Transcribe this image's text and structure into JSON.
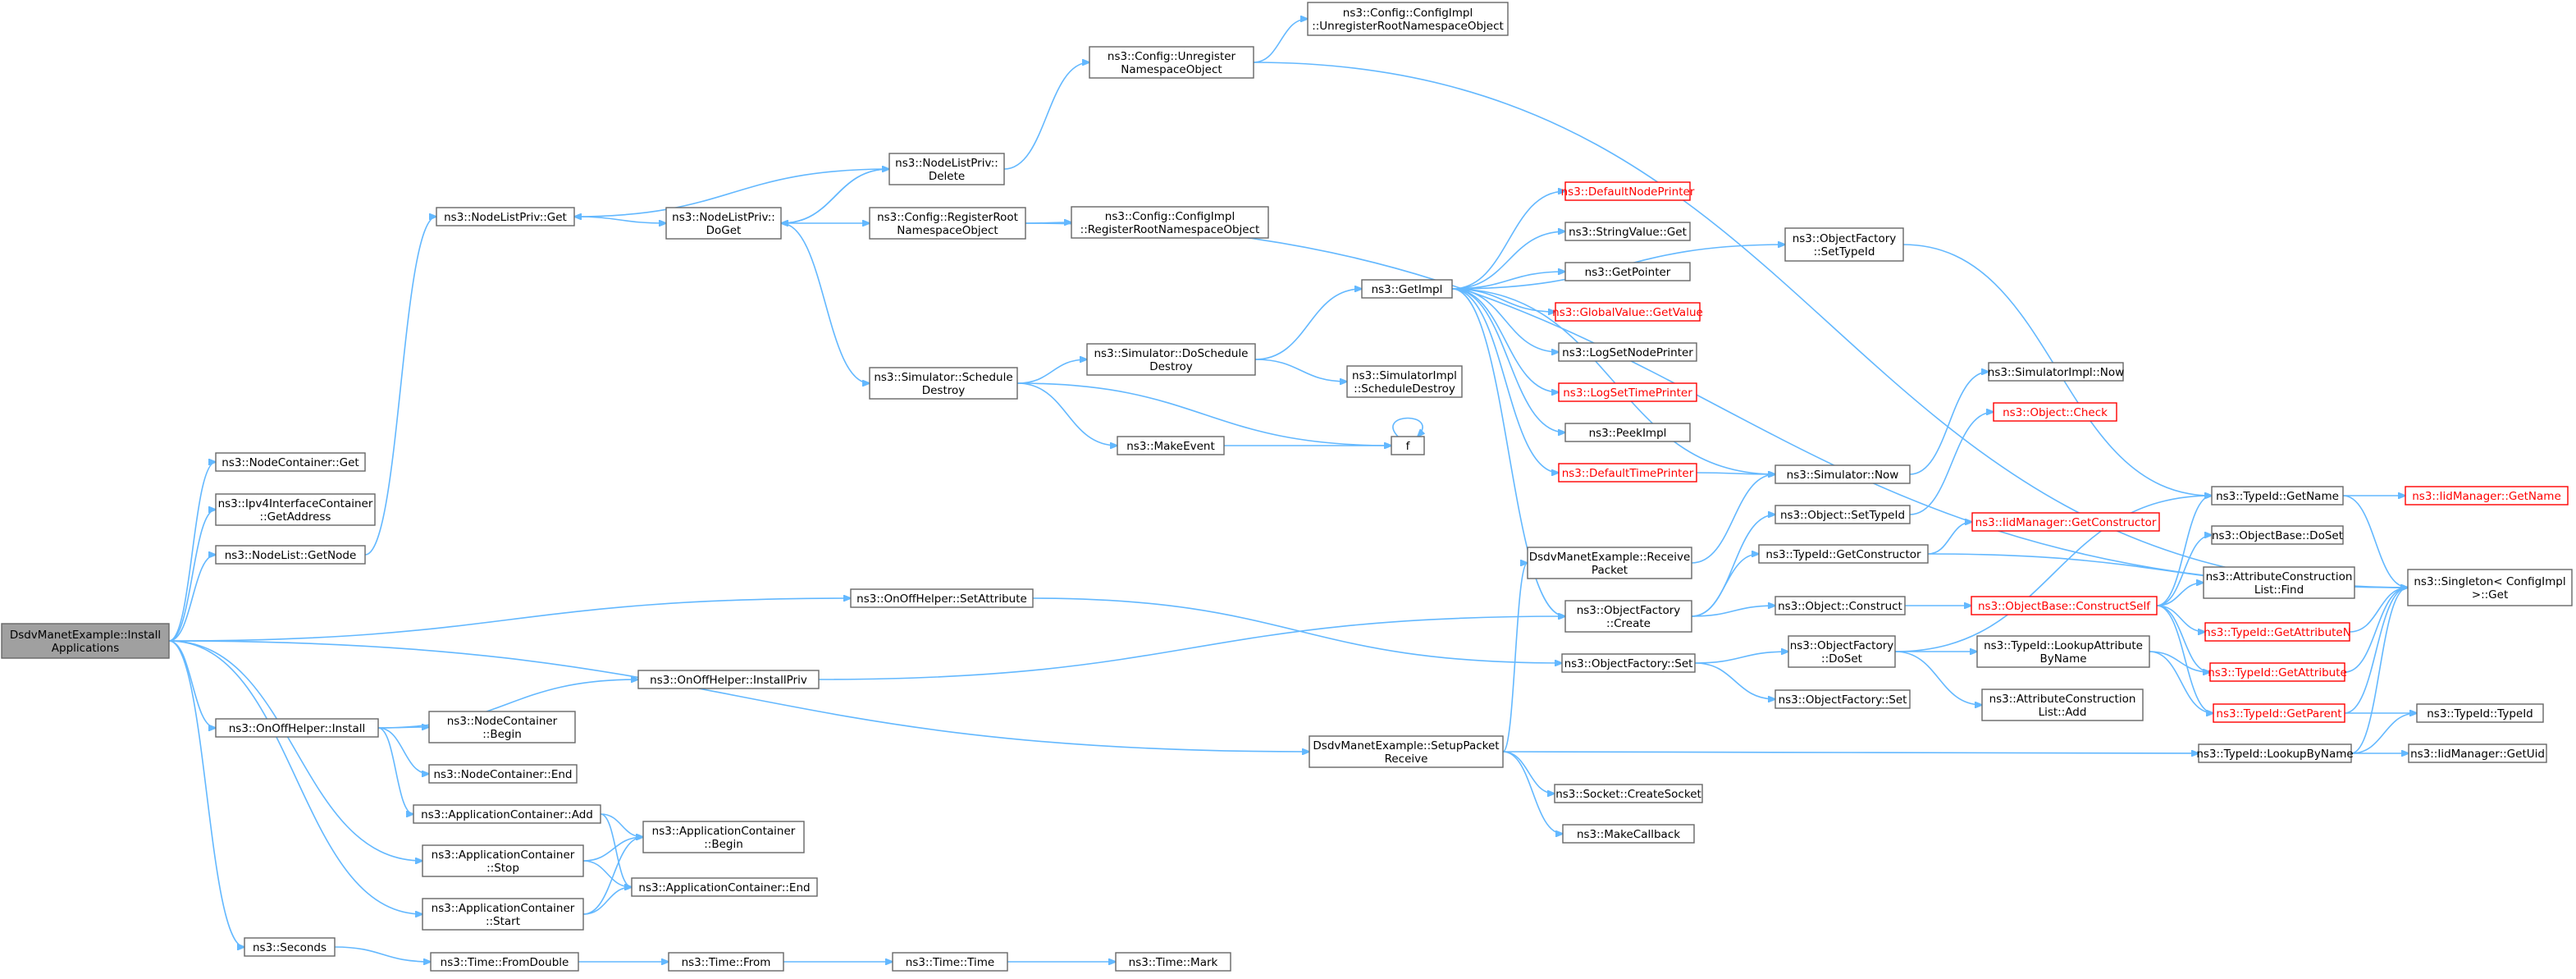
{
  "diagram": {
    "nodes": [
      {
        "id": "root",
        "lines": [
          "DsdvManetExample::Install",
          "Applications"
        ],
        "root": true
      },
      {
        "id": "nc_get",
        "lines": [
          "ns3::NodeContainer::Get"
        ]
      },
      {
        "id": "ipv4_getaddr",
        "lines": [
          "ns3::Ipv4InterfaceContainer",
          "::GetAddress"
        ]
      },
      {
        "id": "nl_getnode",
        "lines": [
          "ns3::NodeList::GetNode"
        ]
      },
      {
        "id": "nlp_get",
        "lines": [
          "ns3::NodeListPriv::Get"
        ]
      },
      {
        "id": "nlp_doget",
        "lines": [
          "ns3::NodeListPriv::",
          "DoGet"
        ]
      },
      {
        "id": "nlp_delete",
        "lines": [
          "ns3::NodeListPriv::",
          "Delete"
        ]
      },
      {
        "id": "cfg_unreg",
        "lines": [
          "ns3::Config::Unregister",
          "NamespaceObject"
        ]
      },
      {
        "id": "cfgimpl_unreg",
        "lines": [
          "ns3::Config::ConfigImpl",
          "::UnregisterRootNamespaceObject"
        ]
      },
      {
        "id": "cfg_reg",
        "lines": [
          "ns3::Config::RegisterRoot",
          "NamespaceObject"
        ]
      },
      {
        "id": "cfgimpl_reg",
        "lines": [
          "ns3::Config::ConfigImpl",
          "::RegisterRootNamespaceObject"
        ]
      },
      {
        "id": "sim_sched",
        "lines": [
          "ns3::Simulator::Schedule",
          "Destroy"
        ]
      },
      {
        "id": "sim_dosched",
        "lines": [
          "ns3::Simulator::DoSchedule",
          "Destroy"
        ]
      },
      {
        "id": "simimpl_sched",
        "lines": [
          "ns3::SimulatorImpl",
          "::ScheduleDestroy"
        ]
      },
      {
        "id": "makeevent",
        "lines": [
          "ns3::MakeEvent"
        ]
      },
      {
        "id": "f",
        "lines": [
          "f"
        ]
      },
      {
        "id": "getimpl",
        "lines": [
          "ns3::GetImpl"
        ]
      },
      {
        "id": "defnodeprinter",
        "lines": [
          "ns3::DefaultNodePrinter"
        ],
        "red": true
      },
      {
        "id": "strval_get",
        "lines": [
          "ns3::StringValue::Get"
        ]
      },
      {
        "id": "getpointer",
        "lines": [
          "ns3::GetPointer"
        ]
      },
      {
        "id": "gv_getvalue",
        "lines": [
          "ns3::GlobalValue::GetValue"
        ],
        "red": true
      },
      {
        "id": "logsetnode",
        "lines": [
          "ns3::LogSetNodePrinter"
        ]
      },
      {
        "id": "logsettime",
        "lines": [
          "ns3::LogSetTimePrinter"
        ],
        "red": true
      },
      {
        "id": "peekimpl",
        "lines": [
          "ns3::PeekImpl"
        ]
      },
      {
        "id": "deftimeprinter",
        "lines": [
          "ns3::DefaultTimePrinter"
        ],
        "red": true
      },
      {
        "id": "sim_now",
        "lines": [
          "ns3::Simulator::Now"
        ]
      },
      {
        "id": "simimpl_now",
        "lines": [
          "ns3::SimulatorImpl::Now"
        ]
      },
      {
        "id": "obj_check",
        "lines": [
          "ns3::Object::Check"
        ],
        "red": true
      },
      {
        "id": "of_settypeid",
        "lines": [
          "ns3::ObjectFactory",
          "::SetTypeId"
        ]
      },
      {
        "id": "obj_settypeid",
        "lines": [
          "ns3::Object::SetTypeId"
        ]
      },
      {
        "id": "tid_getctor",
        "lines": [
          "ns3::TypeId::GetConstructor"
        ]
      },
      {
        "id": "iid_getctor",
        "lines": [
          "ns3::IidManager::GetConstructor"
        ],
        "red": true
      },
      {
        "id": "dsdv_recv",
        "lines": [
          "DsdvManetExample::Receive",
          "Packet"
        ]
      },
      {
        "id": "of_create",
        "lines": [
          "ns3::ObjectFactory",
          "::Create"
        ]
      },
      {
        "id": "obj_construct",
        "lines": [
          "ns3::Object::Construct"
        ]
      },
      {
        "id": "ob_constructself",
        "lines": [
          "ns3::ObjectBase::ConstructSelf"
        ],
        "red": true
      },
      {
        "id": "tid_getname",
        "lines": [
          "ns3::TypeId::GetName"
        ]
      },
      {
        "id": "iid_getname",
        "lines": [
          "ns3::IidManager::GetName"
        ],
        "red": true
      },
      {
        "id": "ob_doset",
        "lines": [
          "ns3::ObjectBase::DoSet"
        ]
      },
      {
        "id": "acl_find",
        "lines": [
          "ns3::AttributeConstruction",
          "List::Find"
        ]
      },
      {
        "id": "singleton_get",
        "lines": [
          "ns3::Singleton< ConfigImpl",
          ">::Get"
        ]
      },
      {
        "id": "tid_getattrn",
        "lines": [
          "ns3::TypeId::GetAttributeN"
        ],
        "red": true
      },
      {
        "id": "tid_getattr",
        "lines": [
          "ns3::TypeId::GetAttribute"
        ],
        "red": true
      },
      {
        "id": "tid_getparent",
        "lines": [
          "ns3::TypeId::GetParent"
        ],
        "red": true
      },
      {
        "id": "tid_typeid",
        "lines": [
          "ns3::TypeId::TypeId"
        ]
      },
      {
        "id": "tid_lookupname",
        "lines": [
          "ns3::TypeId::LookupByName"
        ]
      },
      {
        "id": "iid_getuid",
        "lines": [
          "ns3::IidManager::GetUid"
        ]
      },
      {
        "id": "tid_lookupattr",
        "lines": [
          "ns3::TypeId::LookupAttribute",
          "ByName"
        ]
      },
      {
        "id": "acl_add",
        "lines": [
          "ns3::AttributeConstruction",
          "List::Add"
        ]
      },
      {
        "id": "of_doset",
        "lines": [
          "ns3::ObjectFactory",
          "::DoSet"
        ]
      },
      {
        "id": "of_set2",
        "lines": [
          "ns3::ObjectFactory::Set"
        ]
      },
      {
        "id": "of_set",
        "lines": [
          "ns3::ObjectFactory::Set"
        ]
      },
      {
        "id": "onoff_setattr",
        "lines": [
          "ns3::OnOffHelper::SetAttribute"
        ]
      },
      {
        "id": "onoff_installpriv",
        "lines": [
          "ns3::OnOffHelper::InstallPriv"
        ]
      },
      {
        "id": "onoff_install",
        "lines": [
          "ns3::OnOffHelper::Install"
        ]
      },
      {
        "id": "nc_begin",
        "lines": [
          "ns3::NodeContainer",
          "::Begin"
        ]
      },
      {
        "id": "nc_end",
        "lines": [
          "ns3::NodeContainer::End"
        ]
      },
      {
        "id": "ac_add",
        "lines": [
          "ns3::ApplicationContainer::Add"
        ]
      },
      {
        "id": "ac_begin",
        "lines": [
          "ns3::ApplicationContainer",
          "::Begin"
        ]
      },
      {
        "id": "ac_end",
        "lines": [
          "ns3::ApplicationContainer::End"
        ]
      },
      {
        "id": "ac_stop",
        "lines": [
          "ns3::ApplicationContainer",
          "::Stop"
        ]
      },
      {
        "id": "ac_start",
        "lines": [
          "ns3::ApplicationContainer",
          "::Start"
        ]
      },
      {
        "id": "dsdv_setup",
        "lines": [
          "DsdvManetExample::SetupPacket",
          "Receive"
        ]
      },
      {
        "id": "sock_create",
        "lines": [
          "ns3::Socket::CreateSocket"
        ]
      },
      {
        "id": "makecallback",
        "lines": [
          "ns3::MakeCallback"
        ]
      },
      {
        "id": "seconds",
        "lines": [
          "ns3::Seconds"
        ]
      },
      {
        "id": "time_fromdouble",
        "lines": [
          "ns3::Time::FromDouble"
        ]
      },
      {
        "id": "time_from",
        "lines": [
          "ns3::Time::From"
        ]
      },
      {
        "id": "time_time",
        "lines": [
          "ns3::Time::Time"
        ]
      },
      {
        "id": "time_mark",
        "lines": [
          "ns3::Time::Mark"
        ]
      }
    ],
    "edges": [
      [
        "root",
        "nc_get"
      ],
      [
        "root",
        "ipv4_getaddr"
      ],
      [
        "root",
        "nl_getnode"
      ],
      [
        "root",
        "onoff_setattr"
      ],
      [
        "root",
        "dsdv_setup"
      ],
      [
        "root",
        "onoff_install"
      ],
      [
        "root",
        "ac_stop"
      ],
      [
        "root",
        "ac_start"
      ],
      [
        "root",
        "seconds"
      ],
      [
        "nl_getnode",
        "nlp_get"
      ],
      [
        "nlp_get",
        "nlp_doget"
      ],
      [
        "nlp_doget",
        "nlp_delete"
      ],
      [
        "nlp_delete",
        "nlp_get"
      ],
      [
        "nlp_delete",
        "nlp_doget"
      ],
      [
        "nlp_delete",
        "cfg_unreg"
      ],
      [
        "nlp_doget",
        "cfg_reg"
      ],
      [
        "nlp_doget",
        "sim_sched"
      ],
      [
        "cfg_unreg",
        "cfgimpl_unreg"
      ],
      [
        "cfg_unreg",
        "singleton_get"
      ],
      [
        "cfg_reg",
        "cfgimpl_reg"
      ],
      [
        "cfg_reg",
        "singleton_get"
      ],
      [
        "sim_sched",
        "sim_dosched"
      ],
      [
        "sim_sched",
        "makeevent"
      ],
      [
        "sim_sched",
        "f"
      ],
      [
        "sim_dosched",
        "getimpl"
      ],
      [
        "sim_dosched",
        "simimpl_sched"
      ],
      [
        "makeevent",
        "f"
      ],
      [
        "f",
        "f"
      ],
      [
        "getimpl",
        "defnodeprinter"
      ],
      [
        "getimpl",
        "strval_get"
      ],
      [
        "getimpl",
        "getpointer"
      ],
      [
        "getimpl",
        "gv_getvalue"
      ],
      [
        "getimpl",
        "logsetnode"
      ],
      [
        "getimpl",
        "logsettime"
      ],
      [
        "getimpl",
        "peekimpl"
      ],
      [
        "getimpl",
        "deftimeprinter"
      ],
      [
        "getimpl",
        "sim_now"
      ],
      [
        "getimpl",
        "of_settypeid"
      ],
      [
        "getimpl",
        "of_create"
      ],
      [
        "deftimeprinter",
        "sim_now"
      ],
      [
        "sim_now",
        "simimpl_now"
      ],
      [
        "of_settypeid",
        "tid_getname"
      ],
      [
        "dsdv_recv",
        "sim_now"
      ],
      [
        "of_create",
        "obj_settypeid"
      ],
      [
        "of_create",
        "tid_getctor"
      ],
      [
        "of_create",
        "obj_construct"
      ],
      [
        "obj_settypeid",
        "obj_check"
      ],
      [
        "tid_getctor",
        "iid_getctor"
      ],
      [
        "tid_getctor",
        "singleton_get"
      ],
      [
        "obj_construct",
        "ob_constructself"
      ],
      [
        "ob_constructself",
        "tid_getname"
      ],
      [
        "ob_constructself",
        "ob_doset"
      ],
      [
        "ob_constructself",
        "acl_find"
      ],
      [
        "ob_constructself",
        "tid_getattrn"
      ],
      [
        "ob_constructself",
        "tid_getattr"
      ],
      [
        "ob_constructself",
        "tid_getparent"
      ],
      [
        "tid_getname",
        "iid_getname"
      ],
      [
        "tid_getname",
        "singleton_get"
      ],
      [
        "tid_getattrn",
        "singleton_get"
      ],
      [
        "tid_getattr",
        "singleton_get"
      ],
      [
        "tid_getparent",
        "singleton_get"
      ],
      [
        "tid_getparent",
        "tid_typeid"
      ],
      [
        "tid_lookupname",
        "singleton_get"
      ],
      [
        "tid_lookupname",
        "tid_typeid"
      ],
      [
        "tid_lookupname",
        "iid_getuid"
      ],
      [
        "onoff_setattr",
        "of_set"
      ],
      [
        "of_set",
        "of_doset"
      ],
      [
        "of_set",
        "of_set2"
      ],
      [
        "of_doset",
        "tid_getname"
      ],
      [
        "of_doset",
        "tid_lookupattr"
      ],
      [
        "of_doset",
        "acl_add"
      ],
      [
        "tid_lookupattr",
        "tid_getattr"
      ],
      [
        "tid_lookupattr",
        "tid_getparent"
      ],
      [
        "onoff_install",
        "onoff_installpriv"
      ],
      [
        "onoff_install",
        "nc_begin"
      ],
      [
        "onoff_install",
        "nc_end"
      ],
      [
        "onoff_install",
        "ac_add"
      ],
      [
        "onoff_installpriv",
        "of_create"
      ],
      [
        "ac_add",
        "ac_begin"
      ],
      [
        "ac_add",
        "ac_end"
      ],
      [
        "ac_stop",
        "ac_begin"
      ],
      [
        "ac_stop",
        "ac_end"
      ],
      [
        "ac_start",
        "ac_begin"
      ],
      [
        "ac_start",
        "ac_end"
      ],
      [
        "dsdv_setup",
        "dsdv_recv"
      ],
      [
        "dsdv_setup",
        "tid_lookupname"
      ],
      [
        "dsdv_setup",
        "sock_create"
      ],
      [
        "dsdv_setup",
        "makecallback"
      ],
      [
        "seconds",
        "time_fromdouble"
      ],
      [
        "time_fromdouble",
        "time_from"
      ],
      [
        "time_from",
        "time_time"
      ],
      [
        "time_time",
        "time_mark"
      ]
    ]
  }
}
